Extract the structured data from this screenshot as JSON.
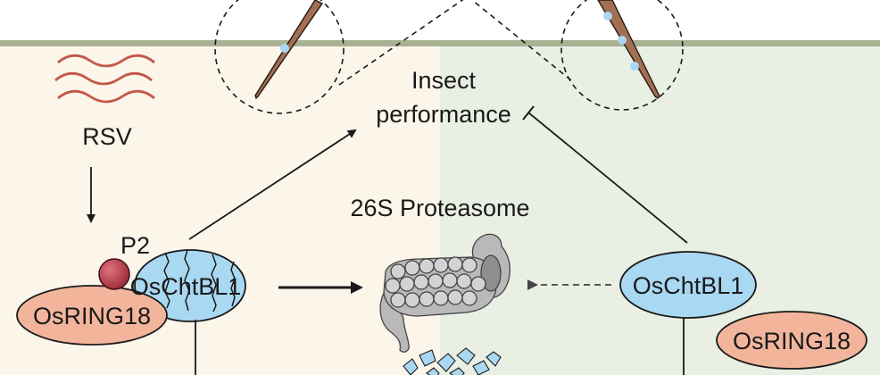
{
  "diagram": {
    "left_panel_color": "#fbf5ea",
    "right_panel_color": "#e9efe3",
    "ground_line_color": "#a9b193",
    "proteasome_label": "26S Proteasome",
    "insect_performance_label": [
      "Insect",
      "performance"
    ],
    "left_side": {
      "virus_label": "RSV",
      "virus_color": "#c4564a",
      "protein_p2_label": "P2",
      "p2_color": "#b73d48",
      "oschtbl1_label": "OsChtBL1",
      "osring18_label": "OsRING18"
    },
    "right_side": {
      "oschtbl1_label": "OsChtBL1",
      "osring18_label": "OsRING18"
    },
    "colors": {
      "oschtbl1_fill": "#a9d8f2",
      "osring18_fill": "#f2b59c",
      "stylet_fill": "#a16f54",
      "proteasome_fill": "#b9b9b9",
      "fragment_fill": "#a9d8f2"
    }
  }
}
